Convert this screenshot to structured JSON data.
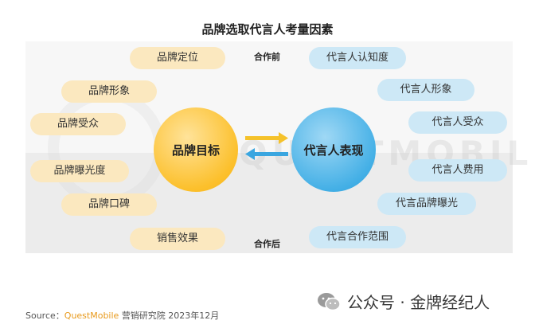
{
  "title": "品牌选取代言人考量因素",
  "stages": {
    "top": "合作前",
    "bottom": "合作后"
  },
  "left_circle": "品牌目标",
  "right_circle": "代言人表现",
  "left_items": [
    "品牌定位",
    "品牌形象",
    "品牌受众",
    "品牌曝光度",
    "品牌口碑",
    "销售效果"
  ],
  "right_items": [
    "代言人认知度",
    "代言人形象",
    "代言人受众",
    "代言人费用",
    "代言品牌曝光",
    "代言合作范围"
  ],
  "watermark": "QUESTMOBILE",
  "source": {
    "prefix": "Source：",
    "brand": "QuestMobile",
    "rest": "营销研究院 2023年12月"
  },
  "footer": {
    "text": "公众号 · 金牌经纪人"
  },
  "colors": {
    "left_pill": "#fbe8bf",
    "right_pill": "#cde8f6",
    "left_circle": "#fcc02c",
    "right_circle": "#45b0e6",
    "arrow_yellow": "#f5c22b",
    "arrow_blue": "#3aa6e0"
  }
}
